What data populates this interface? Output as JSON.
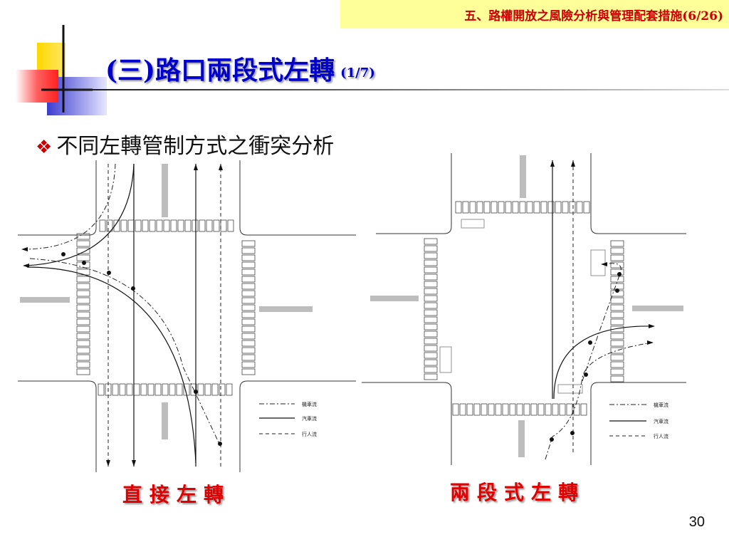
{
  "header": {
    "text": "五、路權開放之風險分析與管理配套措施(6/26)"
  },
  "title": {
    "main": "(三)路口兩段式左轉",
    "sub": "(1/7)"
  },
  "bullet": {
    "mark": "❖",
    "text": "不同左轉管制方式之衝突分析"
  },
  "diagrams": {
    "left": {
      "label": "直接左轉",
      "legend": [
        "機車流",
        "汽車流",
        "行人流"
      ]
    },
    "right": {
      "label": "兩段式左轉",
      "legend": [
        "機車流",
        "汽車流",
        "行人流"
      ]
    }
  },
  "page": {
    "number": "30"
  },
  "colors": {
    "header_bg": "#ffff99",
    "header_text": "#cc0000",
    "title": "#0000cc",
    "label": "#e00000",
    "deco_yellow": "#ffd700",
    "deco_blue": "#4b4bd6",
    "deco_red": "#ff5050"
  }
}
